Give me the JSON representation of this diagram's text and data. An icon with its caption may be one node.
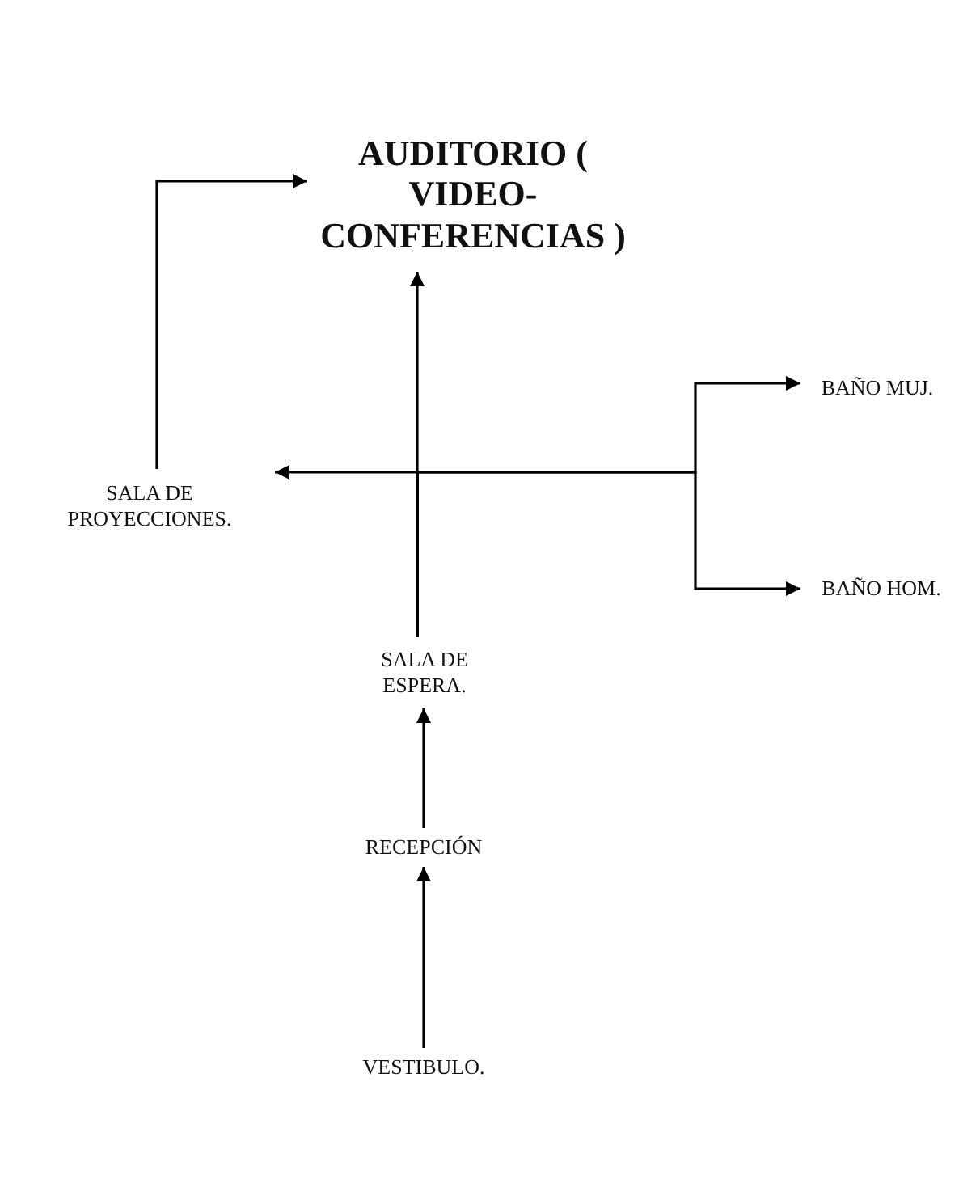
{
  "diagram": {
    "nodes": [
      {
        "text": [
          "AUDITORIO ( VIDEO- CONFERENCIAS )"
        ]
      },
      {
        "text": [
          "SALA DE PROYECCIONES."
        ]
      },
      {
        "text": [
          "BAÑO MUJ."
        ]
      },
      {
        "text": [
          "BAÑO HOM."
        ]
      },
      {
        "text": [
          "SALA DE ESPERA."
        ]
      },
      {
        "text": [
          "RECEPCIÓN"
        ]
      },
      {
        "text": [
          "VESTIBULO."
        ]
      }
    ],
    "edges": [
      {
        "from": 1,
        "to": 0,
        "arrow": "to"
      },
      {
        "from": 4,
        "to": 0,
        "arrow": "to"
      },
      {
        "from": 4,
        "to": 1,
        "arrow": "to"
      },
      {
        "from": 4,
        "to": 2,
        "arrow": "to"
      },
      {
        "from": 4,
        "to": 3,
        "arrow": "to"
      },
      {
        "from": 5,
        "to": 4,
        "arrow": "to"
      },
      {
        "from": 6,
        "to": 5,
        "arrow": "to"
      }
    ]
  }
}
